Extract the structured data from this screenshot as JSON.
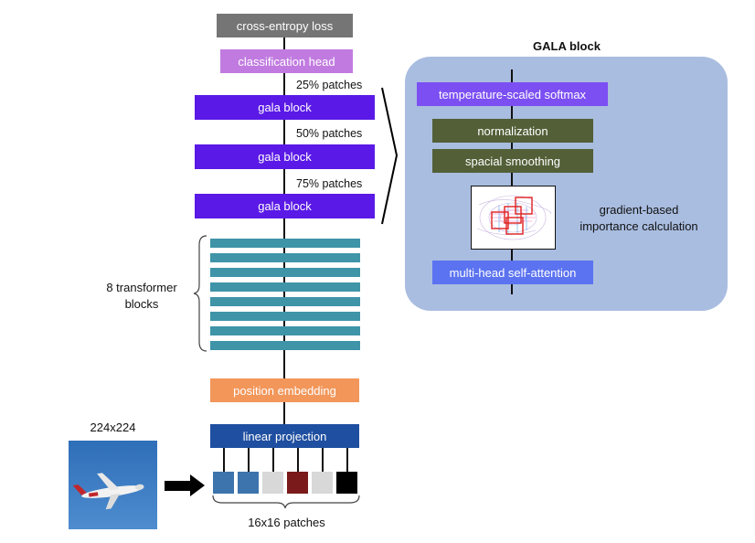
{
  "main": {
    "loss": "cross-entropy loss",
    "head": "classification head",
    "keep_labels": [
      "25% patches",
      "50% patches",
      "75% patches"
    ],
    "gala_label": "gala block",
    "transformer_label": "8 transformer\nblocks",
    "position_embedding": "position embedding",
    "linear_projection": "linear projection",
    "input_size": "224x224",
    "patches_label": "16x16 patches",
    "patch_colors": [
      "#3d74ad",
      "#3d74ad",
      "#d8d8d8",
      "#7a1a1a",
      "#d8d8d8",
      "#000000"
    ]
  },
  "gala_block": {
    "title": "GALA block",
    "softmax": "temperature-scaled softmax",
    "normalization": "normalization",
    "smoothing": "spacial smoothing",
    "importance": "gradient-based\nimportance calculation",
    "attention": "multi-head self-attention"
  },
  "colors": {
    "loss": "#757575",
    "head": "#c17be0",
    "gala": "#5a19e6",
    "transformer": "#3f94a8",
    "position": "#f2965a",
    "projection": "#1f4fa0",
    "panel": "#a9bde0",
    "softmax": "#7c4ff2",
    "olive": "#535f37",
    "attention": "#5b73f0"
  }
}
